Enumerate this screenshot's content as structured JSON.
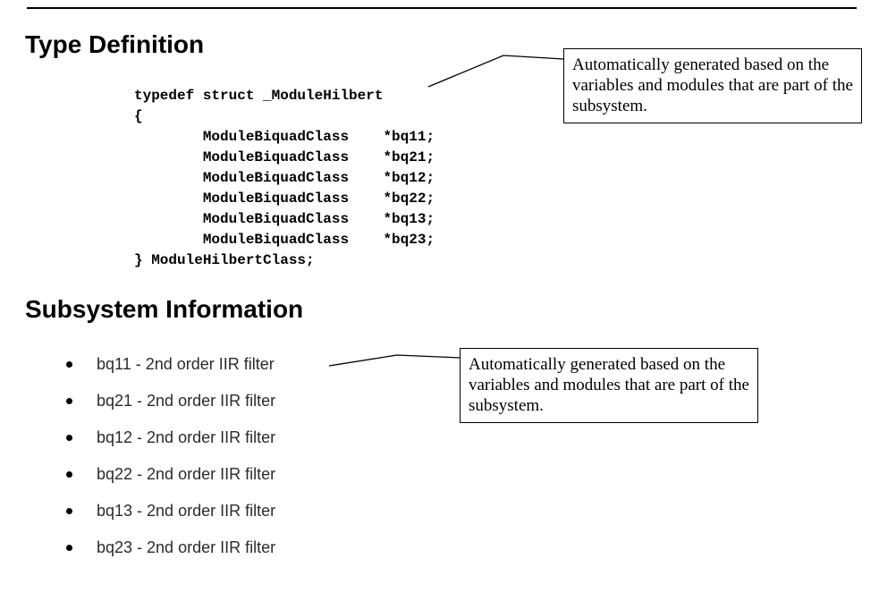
{
  "type_definition": {
    "heading": "Type Definition",
    "code": "typedef struct _ModuleHilbert\n{\n        ModuleBiquadClass    *bq11;\n        ModuleBiquadClass    *bq21;\n        ModuleBiquadClass    *bq12;\n        ModuleBiquadClass    *bq22;\n        ModuleBiquadClass    *bq13;\n        ModuleBiquadClass    *bq23;\n} ModuleHilbertClass;"
  },
  "callouts": {
    "type_definition_note": "Automatically generated based on the variables and modules that are part of the subsystem.",
    "subsystem_note": "Automatically generated based on the variables and modules that are part of the subsystem."
  },
  "subsystem_information": {
    "heading": "Subsystem Information",
    "items": [
      "bq11 - 2nd order IIR filter",
      "bq21 - 2nd order IIR filter",
      "bq12 - 2nd order IIR filter",
      "bq22 - 2nd order IIR filter",
      "bq13 - 2nd order IIR filter",
      "bq23 - 2nd order IIR filter"
    ]
  },
  "colors": {
    "text": "#000000",
    "border": "#000000",
    "background": "#ffffff"
  }
}
